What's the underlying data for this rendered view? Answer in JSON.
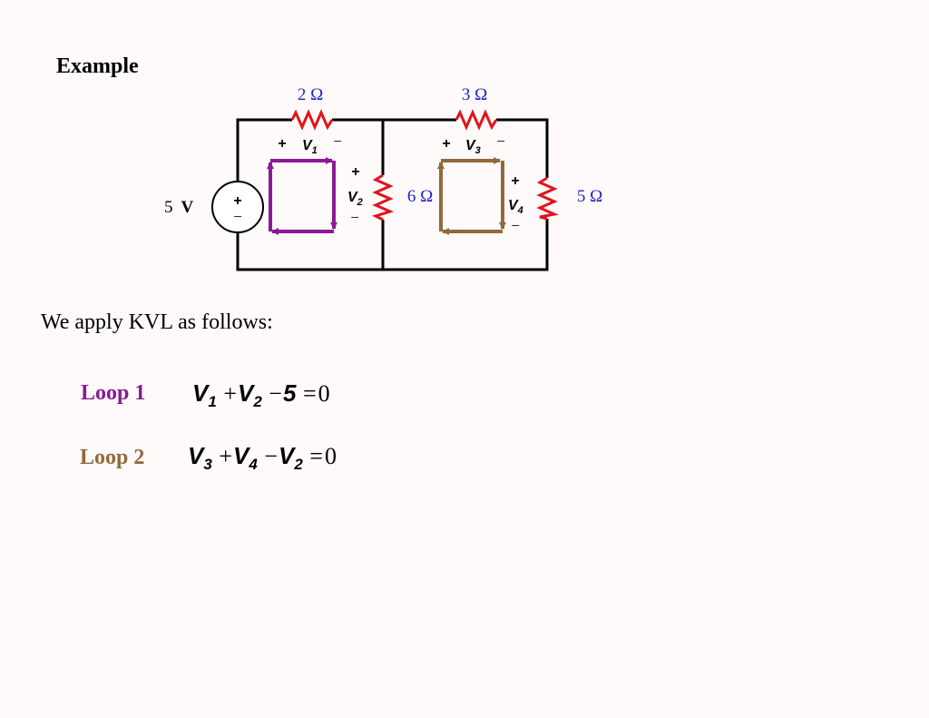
{
  "slide": {
    "title": "Example",
    "intro": "We apply KVL as follows:"
  },
  "circuit": {
    "source": {
      "value": "5",
      "unit": "V",
      "plus": "+",
      "minus": "−"
    },
    "resistors": {
      "r1": "2 Ω",
      "r2": "6 Ω",
      "r3": "3 Ω",
      "r4": "5 Ω"
    },
    "voltages": {
      "v1": {
        "symbol": "V",
        "sub": "1",
        "plus": "+",
        "minus": "−"
      },
      "v2": {
        "symbol": "V",
        "sub": "2",
        "plus": "+",
        "minus": "−"
      },
      "v3": {
        "symbol": "V",
        "sub": "3",
        "plus": "+",
        "minus": "−"
      },
      "v4": {
        "symbol": "V",
        "sub": "4",
        "plus": "+",
        "minus": "−"
      }
    },
    "colors": {
      "wire": "#000000",
      "resistor": "#e0141e",
      "ohm_label": "#2222cc",
      "loop1": "#8a1a94",
      "loop2": "#94683c"
    }
  },
  "loops": [
    {
      "label": "Loop 1",
      "terms": [
        {
          "op": "",
          "symbol": "V",
          "sub": "1"
        },
        {
          "op": "+",
          "symbol": "V",
          "sub": "2"
        },
        {
          "op": "−",
          "symbol": "5",
          "sub": ""
        }
      ],
      "equals": "=",
      "rhs": "0"
    },
    {
      "label": "Loop 2",
      "terms": [
        {
          "op": "",
          "symbol": "V",
          "sub": "3"
        },
        {
          "op": "+",
          "symbol": "V",
          "sub": "4"
        },
        {
          "op": "−",
          "symbol": "V",
          "sub": "2"
        }
      ],
      "equals": "=",
      "rhs": "0"
    }
  ]
}
